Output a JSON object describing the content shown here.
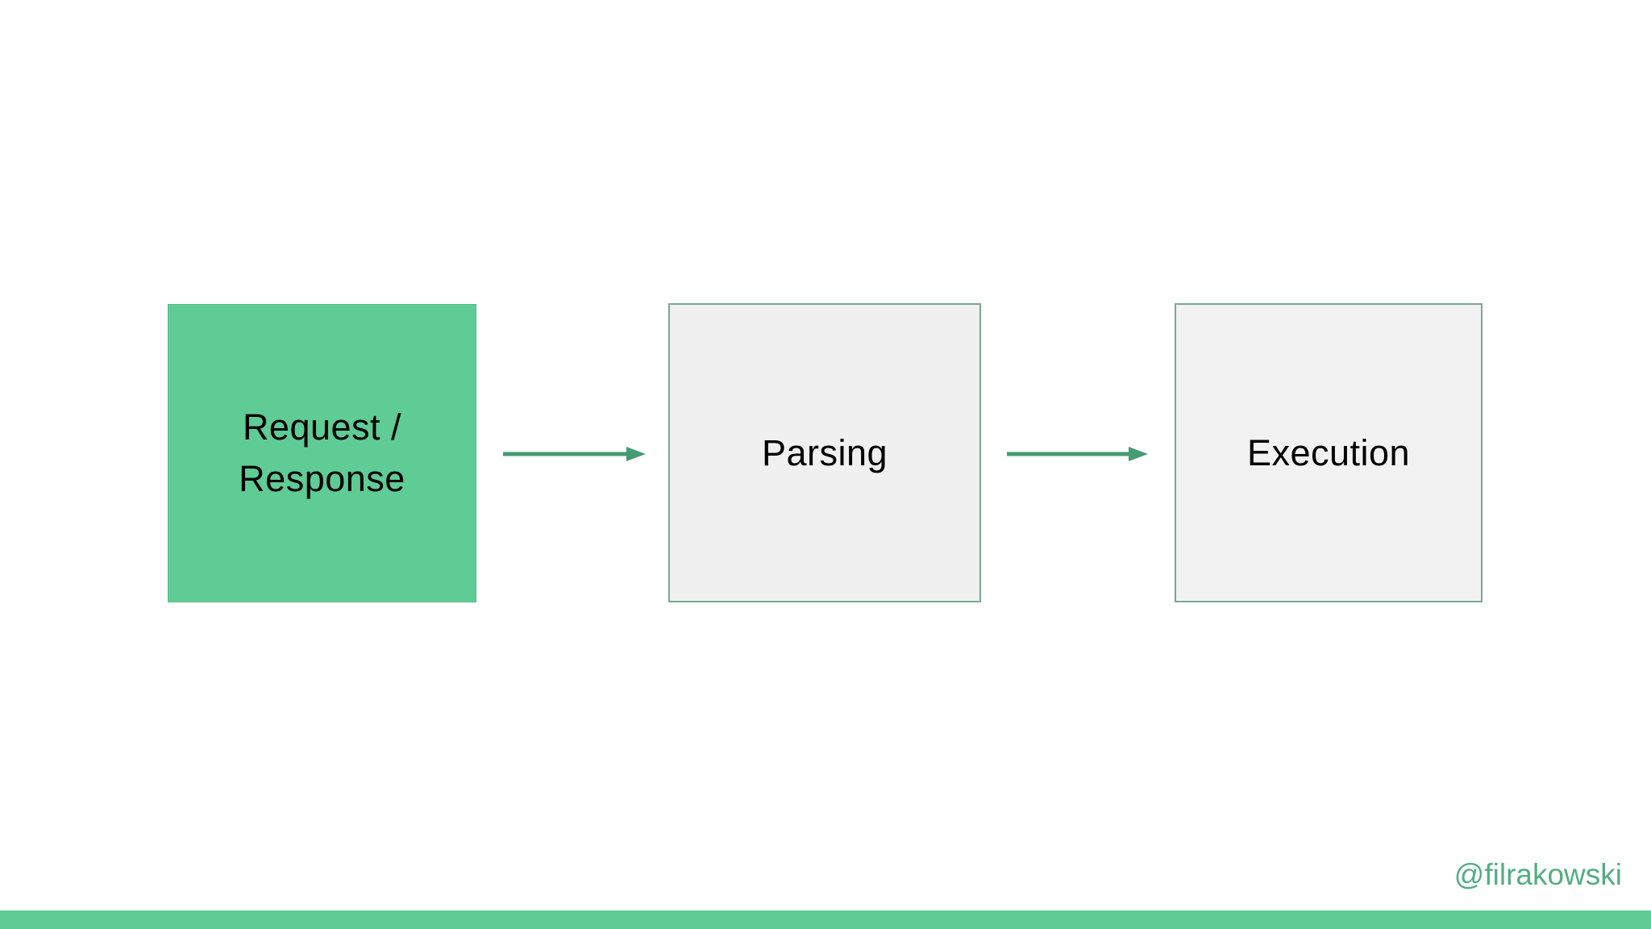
{
  "slide": {
    "type": "flow-diagram-slide",
    "background_color": "#ffffff",
    "diagram": {
      "flow_description": "Request / Response -> Parsing -> Execution",
      "connector_color": "#459b72",
      "nodes": [
        {
          "label": "Request / Response",
          "fill": "#5fcb95",
          "border": "#55bd8a",
          "text_color": "#000000",
          "state": "highlighted"
        },
        {
          "label": "Parsing",
          "fill": "#f0f0f0",
          "border": "#7aa98f",
          "text_color": "#000000",
          "state": "default"
        },
        {
          "label": "Execution",
          "fill": "#f2f2f2",
          "border": "#7aa98f",
          "text_color": "#000000",
          "state": "default"
        }
      ]
    },
    "watermark": {
      "text": "@filrakowski",
      "color": "#53ae82"
    },
    "footer_bar_color": "#5fcb95"
  }
}
